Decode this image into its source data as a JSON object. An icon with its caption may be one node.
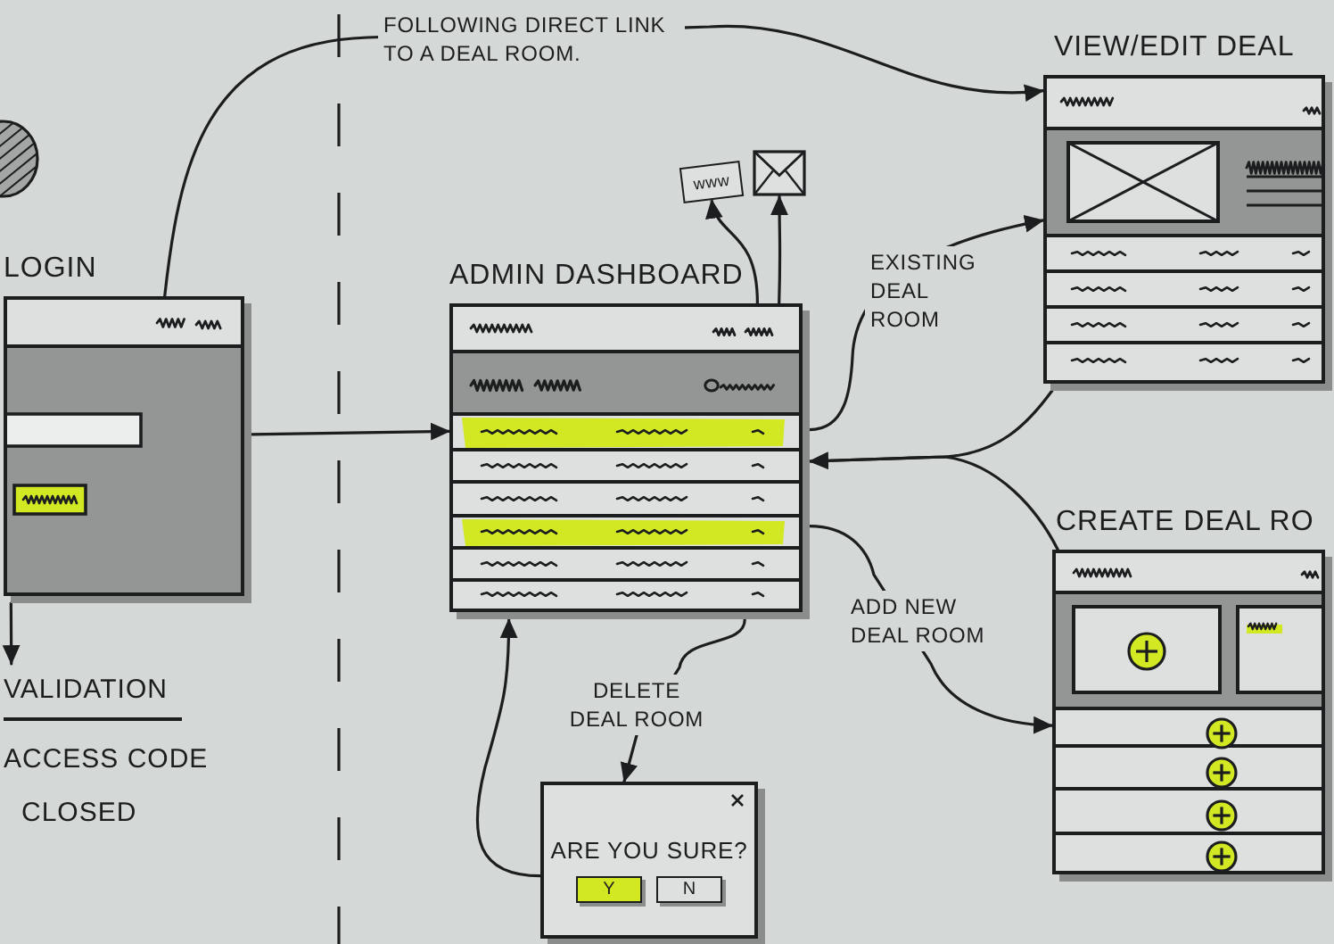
{
  "diagram": {
    "nodes": [
      {
        "text": [
          "LOGIN"
        ]
      },
      {
        "text": [
          "VALIDATION",
          "ACCESS CODE",
          "CLOSED"
        ]
      },
      {
        "text": [
          "ADMIN DASHBOARD"
        ]
      },
      {
        "text": [
          "www"
        ]
      },
      {
        "text": [],
        "shape": "envelope"
      },
      {
        "text": [
          "VIEW/EDIT DEAL"
        ]
      },
      {
        "text": [
          "CREATE DEAL RO"
        ]
      },
      {
        "text": [
          "ARE YOU SURE?",
          "Y",
          "N"
        ]
      }
    ],
    "edges": [
      {
        "from": 0,
        "to": 2,
        "arrow": "to"
      },
      {
        "from": 0,
        "to": 1,
        "arrow": "to"
      },
      {
        "from": 0,
        "to": 5,
        "arrow": "to",
        "label": "FOLLOWING DIRECT LINK TO A DEAL ROOM."
      },
      {
        "from": 2,
        "to": 3,
        "arrow": "to"
      },
      {
        "from": 2,
        "to": 4,
        "arrow": "to"
      },
      {
        "from": 2,
        "to": 5,
        "arrow": "to",
        "label": "EXISTING DEAL ROOM"
      },
      {
        "from": 2,
        "to": 6,
        "arrow": "to",
        "label": "ADD NEW DEAL ROOM"
      },
      {
        "from": 2,
        "to": 7,
        "arrow": "to",
        "label": "DELETE DEAL ROOM"
      },
      {
        "from": 7,
        "to": 2,
        "arrow": "to"
      },
      {
        "from": 5,
        "to": 2,
        "arrow": "to"
      },
      {
        "from": 6,
        "to": 2,
        "arrow": "to"
      }
    ]
  }
}
